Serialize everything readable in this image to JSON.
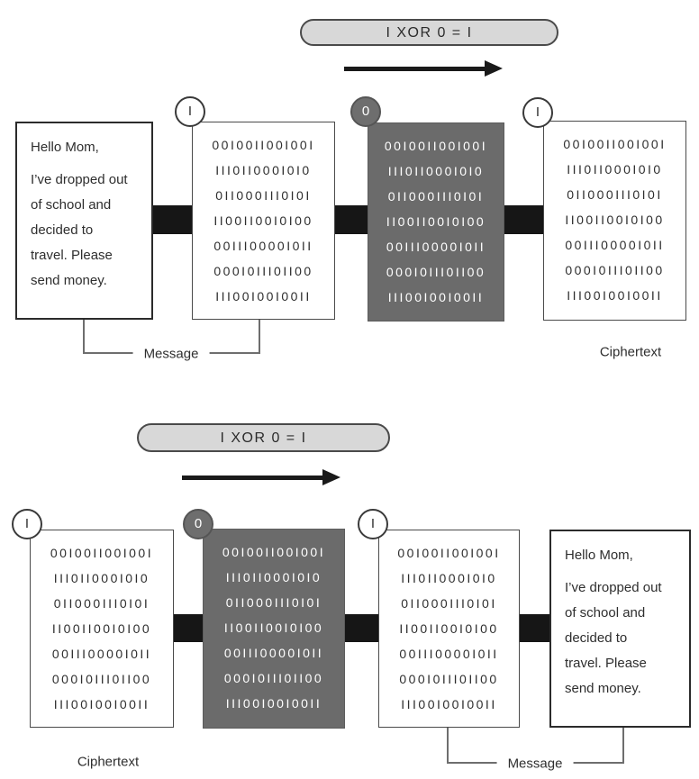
{
  "formula": {
    "text": "1 XOR 0 = 1"
  },
  "key_bits": {
    "one": "1",
    "zero": "0"
  },
  "labels": {
    "message": "Message",
    "ciphertext": "Ciphertext"
  },
  "plaintext": {
    "greeting": "Hello Mom,",
    "body_lines": [
      "I’ve dropped out",
      "of school and",
      "decided to",
      "travel. Please",
      "send money."
    ]
  },
  "binary_rows": [
    "0010011001001",
    "1110110001010",
    "0110001110101",
    "1100110010100",
    "0011100001011",
    "0001011101100",
    "1110010010011"
  ],
  "colors": {
    "dark_panel": "#6b6b6b",
    "pill_fill": "#d8d8d8",
    "connector_bar": "#161616",
    "arrow": "#1a1a1a"
  }
}
